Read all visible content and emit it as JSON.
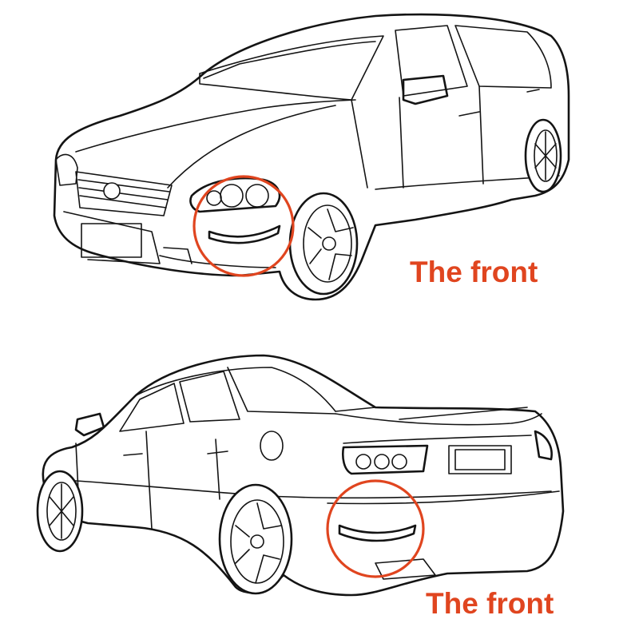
{
  "captions": {
    "front_view": "The front",
    "rear_view": "The front"
  },
  "colors": {
    "highlight_circle": "#e0451f",
    "caption_text": "#e0451f",
    "line_art": "#141414",
    "background": "#ffffff"
  },
  "icons": {
    "top": "sedan-front-three-quarter-illustration",
    "bottom": "sedan-rear-three-quarter-illustration"
  }
}
